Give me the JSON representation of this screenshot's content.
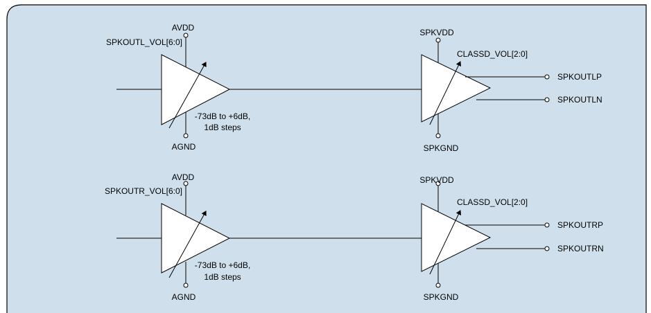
{
  "colors": {
    "panel": "#cfe0ec",
    "line": "#000000",
    "amp_fill": "#ffffff"
  },
  "channels": [
    {
      "id": "left",
      "volume_control": "SPKOUTL_VOL[6:0]",
      "supply": "AVDD",
      "ground": "AGND",
      "range_line1": "-73dB to +6dB,",
      "range_line2": "1dB steps",
      "classd_supply": "SPKVDD",
      "classd_ground": "SPKGND",
      "classd_volume": "CLASSD_VOL[2:0]",
      "out_p": "SPKOUTLP",
      "out_n": "SPKOUTLN"
    },
    {
      "id": "right",
      "volume_control": "SPKOUTR_VOL[6:0]",
      "supply": "AVDD",
      "ground": "AGND",
      "range_line1": "-73dB to +6dB,",
      "range_line2": "1dB steps",
      "classd_supply": "SPKVDD",
      "classd_ground": "SPKGND",
      "classd_volume": "CLASSD_VOL[2:0]",
      "out_p": "SPKOUTRP",
      "out_n": "SPKOUTRN"
    }
  ]
}
